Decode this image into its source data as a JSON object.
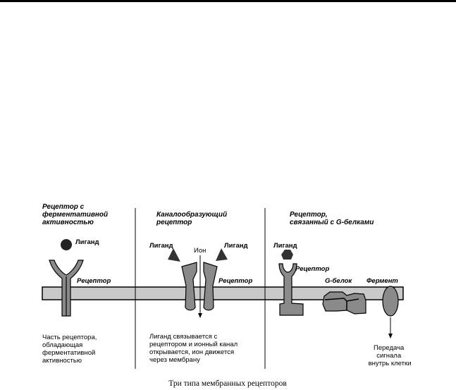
{
  "panel1": {
    "title": [
      "Рецептор с",
      "ферментативной",
      "активностью"
    ],
    "ligand": "Лиганд",
    "receptor": "Рецептор",
    "description": [
      "Часть рецептора,",
      "обладающая",
      "ферментативной",
      "активностью"
    ]
  },
  "panel2": {
    "title": [
      "Каналообразующий",
      "рецептор"
    ],
    "ligand_left": "Лиганд",
    "ion": "Ион",
    "ligand_right": "Лиганд",
    "receptor": "Рецептор",
    "description": [
      "Лиганд связывается с",
      "рецептором и ионный канал",
      "открывается, ион движется",
      "через мембрану"
    ]
  },
  "panel3": {
    "title": [
      "Рецептор,",
      "связанный с G-белками"
    ],
    "ligand": "Лиганд",
    "receptor": "Рецептор",
    "g_protein": "G-белок",
    "enzyme": "Фермент",
    "description": [
      "Передача",
      "сигнала",
      "внутрь клетки"
    ]
  },
  "caption": "Три типа мембранных рецепторов"
}
